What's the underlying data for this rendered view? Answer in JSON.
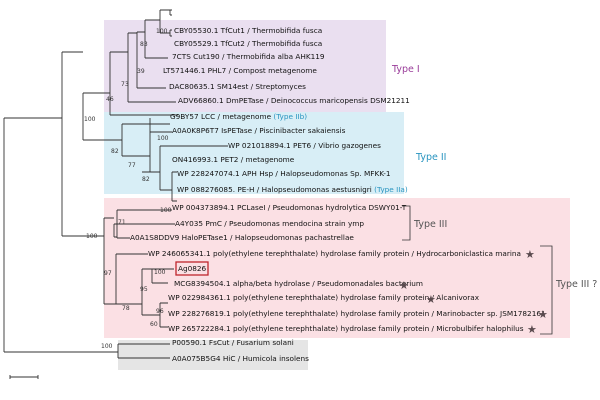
{
  "colors": {
    "type1_bg": "#eadff0",
    "type2_bg": "#d8eef6",
    "type3_bg": "#fbe0e4",
    "outgroup_bg": "#e5e5e5",
    "type1_text": "#9a3d9a",
    "type2_text": "#2a95c0",
    "type3_text": "#555555",
    "type2b_text": "#2a95c0",
    "highlight_box": "#c0262d",
    "star": "#5a4a4e"
  },
  "groups": {
    "type1": "Type I",
    "type2": "Type II",
    "type3": "Type III",
    "type3q": "Type III ?"
  },
  "leaves": [
    {
      "id": "cby530",
      "label": "CBY05530.1 TfCut1 / Thermobifida fusca"
    },
    {
      "id": "cby529",
      "label": "CBY05529.1 TfCut2 / Thermobifida fusca"
    },
    {
      "id": "cut190",
      "label": "7CTS Cut190 / Thermobifida alba AHK119"
    },
    {
      "id": "phl7",
      "label": "LT571446.1 PHL7 / Compost metagenome"
    },
    {
      "id": "sm14",
      "label": "DAC80635.1 SM14est / Streptomyces"
    },
    {
      "id": "dmpe",
      "label": "ADV66860.1 DmPETase / Deinococcus maricopensis DSM21211"
    },
    {
      "id": "lcc",
      "label": "G9BY57 LCC / metagenome",
      "suffix": "(Type IIb)"
    },
    {
      "id": "ispe",
      "label": "A0A0K8P6T7 IsPETase / Piscinibacter sakaiensis"
    },
    {
      "id": "pet6",
      "label": "WP 021018894.1 PET6 / Vibrio gazogenes"
    },
    {
      "id": "pet2",
      "label": "ON416993.1 PET2 / metagenome"
    },
    {
      "id": "aph",
      "label": "WP 228247074.1 APH Hsp / Halopseudomonas Sp. MFKK-1"
    },
    {
      "id": "peh",
      "label": "WP 088276085. PE-H / Halopseudomonas aestusnigri",
      "suffix": "(Type IIa)"
    },
    {
      "id": "pcl",
      "label": "WP 004373894.1 PCLaseI / Pseudomonas hydrolytica DSWY01-T"
    },
    {
      "id": "pmc",
      "label": "A4Y035 PmC / Pseudomonas mendocina strain ymp"
    },
    {
      "id": "halo",
      "label": "A0A1S8DDV9 HaloPETase1 / Halopseudomonas pachastrellae"
    },
    {
      "id": "hydro",
      "label": "WP 246065341.1 poly(ethylene terephthalate) hydrolase family protein / Hydrocarboniclastica marina"
    },
    {
      "id": "ag",
      "label": "Ag0826"
    },
    {
      "id": "mcg",
      "label": "MCG8394504.1 alpha/beta hydrolase / Pseudomonadales bacterium"
    },
    {
      "id": "alca",
      "label": "WP 022984361.1 poly(ethylene terephthalate) hydrolase family protein / Alcanivorax"
    },
    {
      "id": "mari",
      "label": "WP 228276819.1 poly(ethylene terephthalate) hydrolase family protein / Marinobacter sp. JSM1782161"
    },
    {
      "id": "micro",
      "label": "WP 265722284.1 poly(ethylene terephthalate) hydrolase family protein / Microbulbifer halophilus"
    },
    {
      "id": "fscut",
      "label": "P00590.1 FsCut / Fusarium solani"
    },
    {
      "id": "hic",
      "label": "A0A075B5G4 HiC / Humicola insolens"
    }
  ],
  "bootstrap": [
    {
      "id": "b1",
      "value": "100"
    },
    {
      "id": "b2",
      "value": "83"
    },
    {
      "id": "b3",
      "value": "39"
    },
    {
      "id": "b4",
      "value": "73"
    },
    {
      "id": "b5",
      "value": "46"
    },
    {
      "id": "b6",
      "value": "100"
    },
    {
      "id": "b7",
      "value": "100"
    },
    {
      "id": "b8",
      "value": "82"
    },
    {
      "id": "b9",
      "value": "77"
    },
    {
      "id": "b10",
      "value": "82"
    },
    {
      "id": "b11",
      "value": "100"
    },
    {
      "id": "b12",
      "value": "71"
    },
    {
      "id": "b13",
      "value": "100"
    },
    {
      "id": "b14",
      "value": "97"
    },
    {
      "id": "b15",
      "value": "100"
    },
    {
      "id": "b16",
      "value": "95"
    },
    {
      "id": "b17",
      "value": "78"
    },
    {
      "id": "b18",
      "value": "96"
    },
    {
      "id": "b19",
      "value": "60"
    },
    {
      "id": "b20",
      "value": "100"
    }
  ]
}
